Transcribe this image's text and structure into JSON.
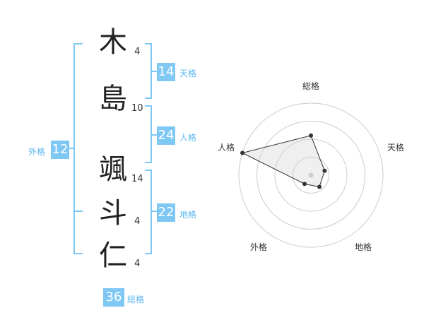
{
  "name": {
    "chars": [
      {
        "char": "木",
        "strokes": "4"
      },
      {
        "char": "島",
        "strokes": "10"
      },
      {
        "char": "颯",
        "strokes": "14"
      },
      {
        "char": "斗",
        "strokes": "4"
      },
      {
        "char": "仁",
        "strokes": "4"
      }
    ]
  },
  "fortunes": {
    "tenkaku": {
      "value": "14",
      "label": "天格"
    },
    "jinkaku": {
      "value": "24",
      "label": "人格"
    },
    "chikaku": {
      "value": "22",
      "label": "地格"
    },
    "gaikaku": {
      "value": "12",
      "label": "外格"
    },
    "soukaku": {
      "value": "36",
      "label": "総格"
    }
  },
  "colors": {
    "accent": "#7fc8f4",
    "accent_text": "#5ab8ee"
  },
  "chart_data": {
    "type": "radar",
    "axes": [
      "総格",
      "天格",
      "地格",
      "外格",
      "人格"
    ],
    "values": [
      0.55,
      0.2,
      0.2,
      0.15,
      1.0
    ],
    "range": [
      0,
      1
    ],
    "rings": 4
  }
}
